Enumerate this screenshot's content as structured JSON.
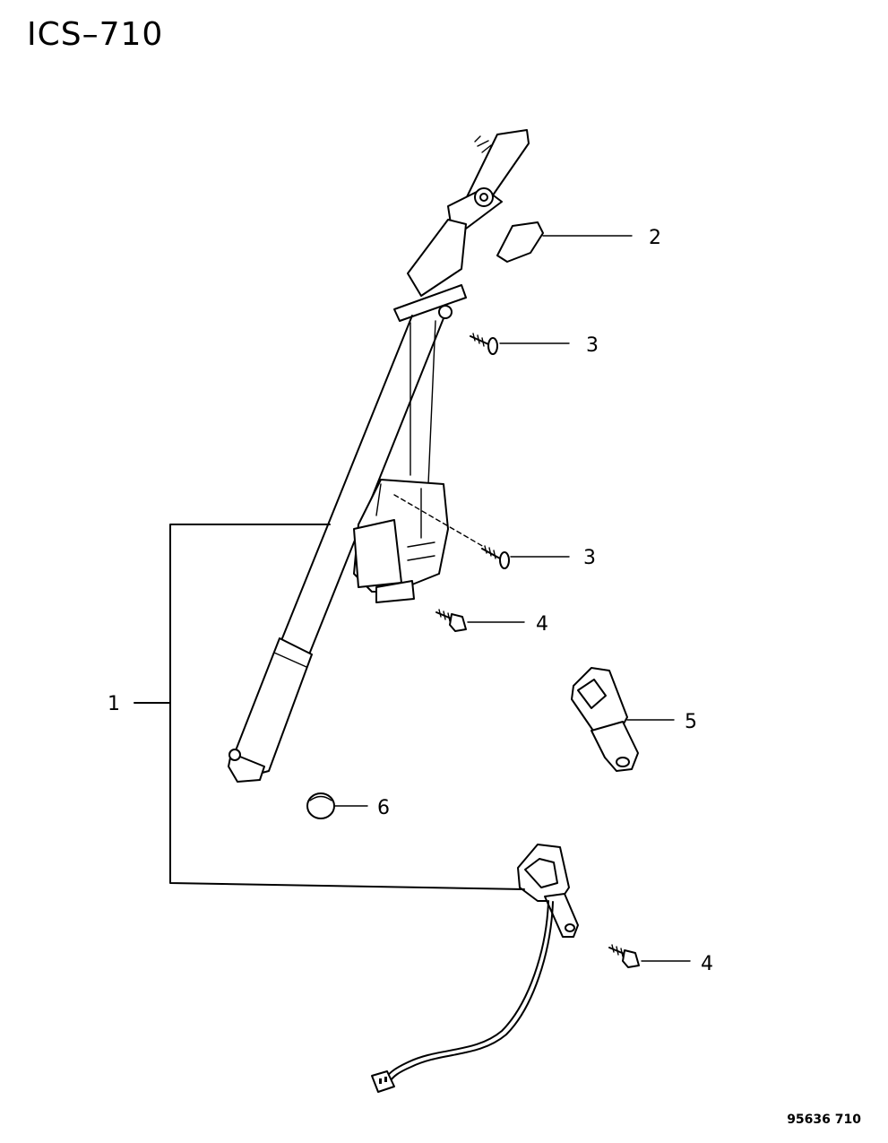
{
  "title": "ICS–710",
  "footer_code": "95636  710",
  "callouts": {
    "c1": "1",
    "c2": "2",
    "c3a": "3",
    "c3b": "3",
    "c4a": "4",
    "c4b": "4",
    "c5": "5",
    "c6": "6"
  },
  "parts": [
    {
      "name": "seat-belt-assembly-icon"
    },
    {
      "name": "anchor-cover-icon"
    },
    {
      "name": "screw-icon"
    },
    {
      "name": "bolt-icon"
    },
    {
      "name": "buckle-tongue-icon"
    },
    {
      "name": "cap-icon"
    }
  ]
}
